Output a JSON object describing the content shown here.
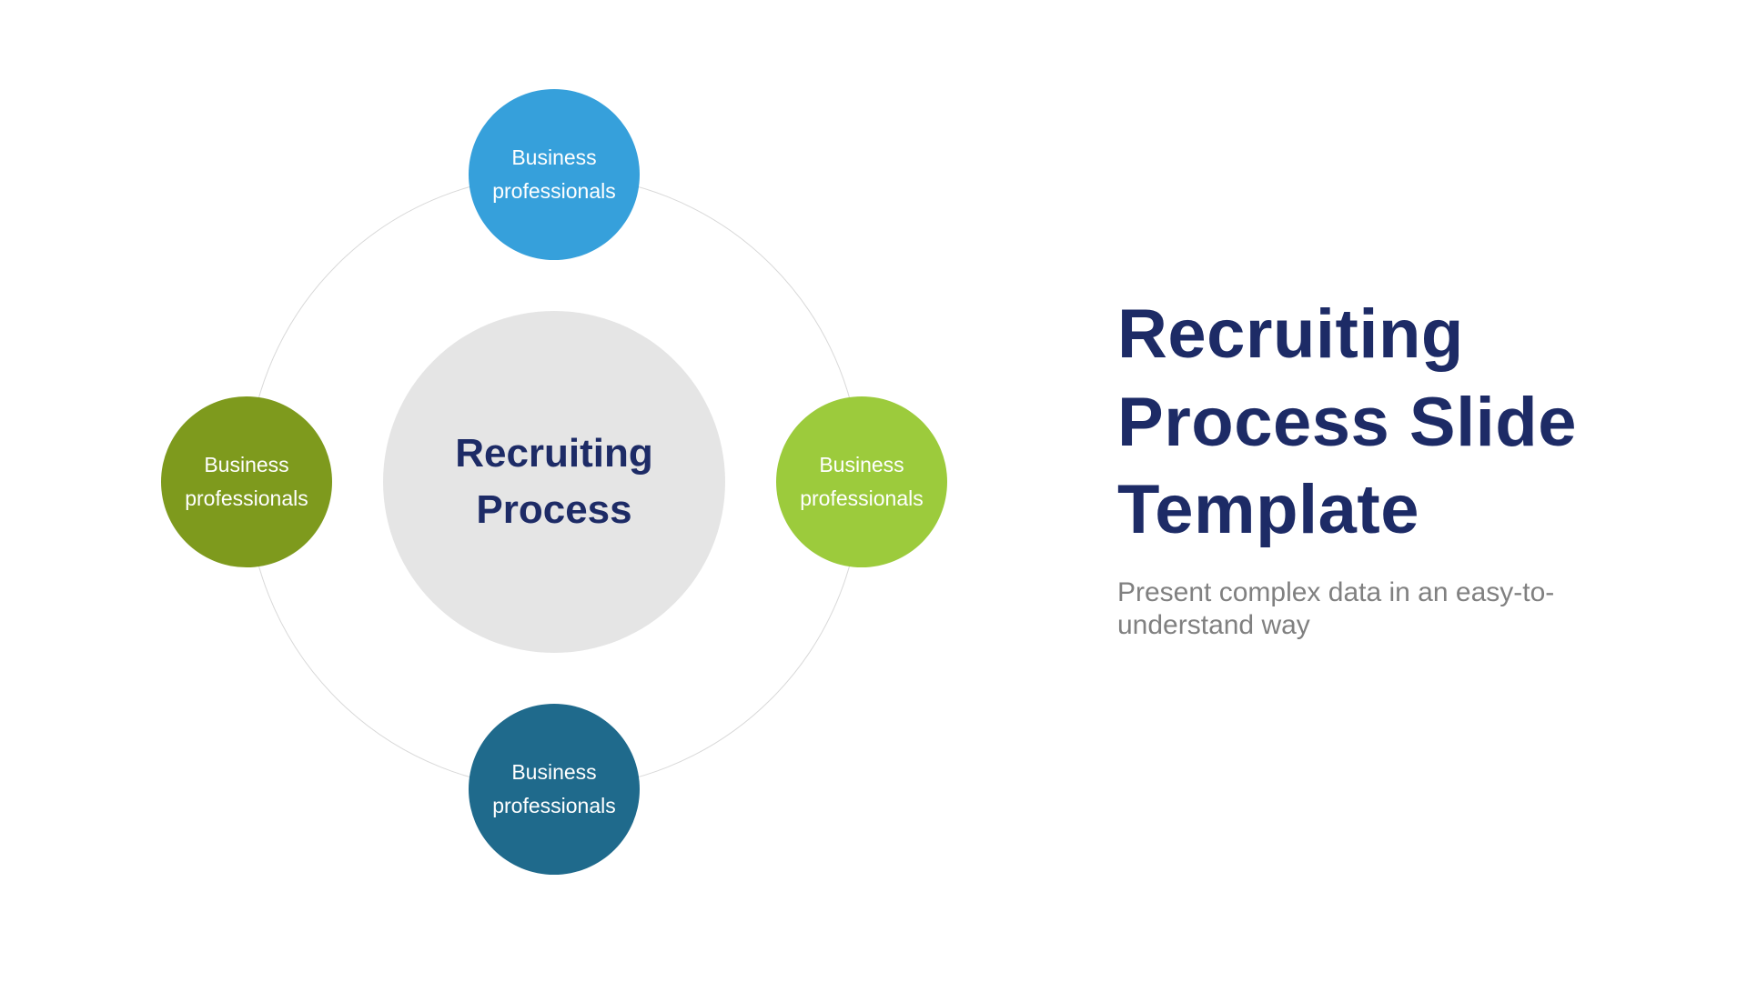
{
  "slide": {
    "background_color": "#ffffff"
  },
  "header": {
    "title": "Recruiting Process Slide Template",
    "subtitle": "Present complex data in an easy-to-understand way",
    "title_color": "#1d2b66",
    "subtitle_color": "#808080"
  },
  "diagram": {
    "ring_color": "#d9d9d9",
    "center_node": {
      "label": "Recruiting Process",
      "background_color": "#e5e5e5",
      "text_color": "#1d2b66"
    },
    "nodes": [
      {
        "position": "top",
        "label": "Business professionals",
        "background_color": "#36a0db",
        "text_color": "#ffffff"
      },
      {
        "position": "left",
        "label": "Business professionals",
        "background_color": "#7e9a1d",
        "text_color": "#ffffff"
      },
      {
        "position": "right",
        "label": "Business professionals",
        "background_color": "#9ccb3c",
        "text_color": "#ffffff"
      },
      {
        "position": "bottom",
        "label": "Business professionals",
        "background_color": "#1f6a8c",
        "text_color": "#ffffff"
      }
    ]
  }
}
